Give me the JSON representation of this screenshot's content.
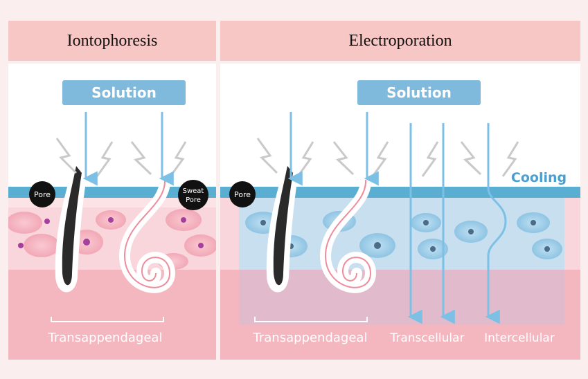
{
  "headers": {
    "left": "Iontophoresis",
    "right": "Electroporation"
  },
  "left_panel": {
    "solution_label": "Solution",
    "pore_label": "Pore",
    "sweat_pore_label_line1": "Sweat",
    "sweat_pore_label_line2": "Pore",
    "route_label": "Transappendageal"
  },
  "right_panel": {
    "solution_label": "Solution",
    "pore_label": "Pore",
    "cooling_label": "Cooling",
    "route_labels": [
      "Transappendageal",
      "Transcellular",
      "Intercellular"
    ]
  },
  "colors": {
    "header_bg": "#f6c7c4",
    "solution_box": "#7fb9dc",
    "arrow_blue": "#7cc0e6",
    "skin_surface": "#5aaed2",
    "dermis_pink": "#f4b7bf",
    "cooling_text": "#4a9fd0"
  }
}
